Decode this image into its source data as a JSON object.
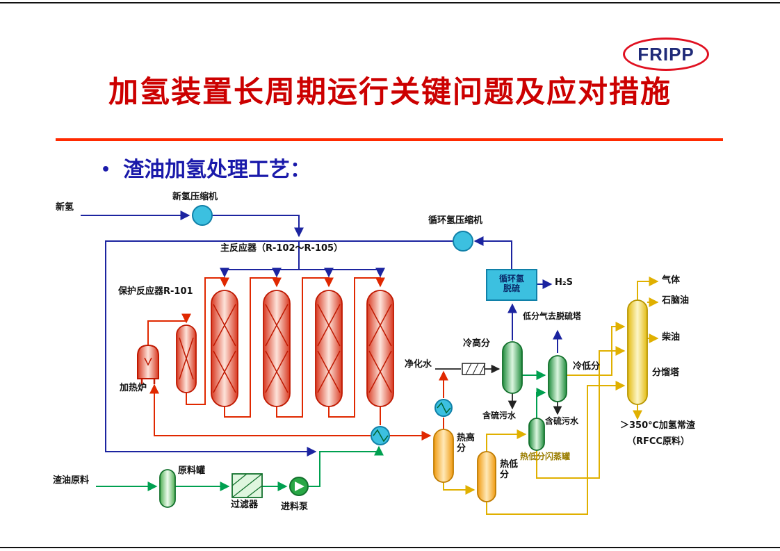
{
  "logo": {
    "text": "FRIPP",
    "border_color": "#e01020",
    "text_color": "#1f2a78"
  },
  "header": {
    "title": "加氢装置长周期运行关键问题及应对措施",
    "title_color": "#cc0000",
    "rule_color": "#ff2a00"
  },
  "bullet": {
    "glyph": "•",
    "text": "渣油加氢处理工艺：",
    "color": "#1a1aaa"
  },
  "diagram": {
    "line_colors": {
      "hydrogen": "#1c24a0",
      "reaction": "#e02800",
      "feed": "#00a050",
      "product": "#e0b000",
      "utility": "#222222"
    },
    "labels": {
      "fresh_h2": "新氢",
      "fresh_h2_compressor": "新氢压缩机",
      "main_reactors": "主反应器（R-102～R-105）",
      "guard_reactor": "保护反应器R-101",
      "furnace": "加热炉",
      "recycle_compressor": "循环氢压缩机",
      "recycle_desulf": "循环氢脱硫",
      "h2s": "H₂S",
      "cold_hp_sep": "冷高分",
      "purified_water": "净化水",
      "lp_gas_note": "低分气去脱硫塔",
      "cold_lp_sep": "冷低分",
      "sour_water_1": "含硫污水",
      "sour_water_2": "含硫污水",
      "hot_hp_sep": "热高分",
      "hot_lp_sep": "热低分",
      "hot_lp_flash": "热低分闪蒸罐",
      "fractionator": "分馏塔",
      "gas": "气体",
      "naphtha": "石脑油",
      "diesel": "柴油",
      "residue_line1": "＞350℃加氢常渣",
      "residue_line2": "（RFCC原料）",
      "resid_feed": "渣油原料",
      "feed_tank": "原料罐",
      "filter": "过滤器",
      "feed_pump": "进料泵"
    }
  }
}
